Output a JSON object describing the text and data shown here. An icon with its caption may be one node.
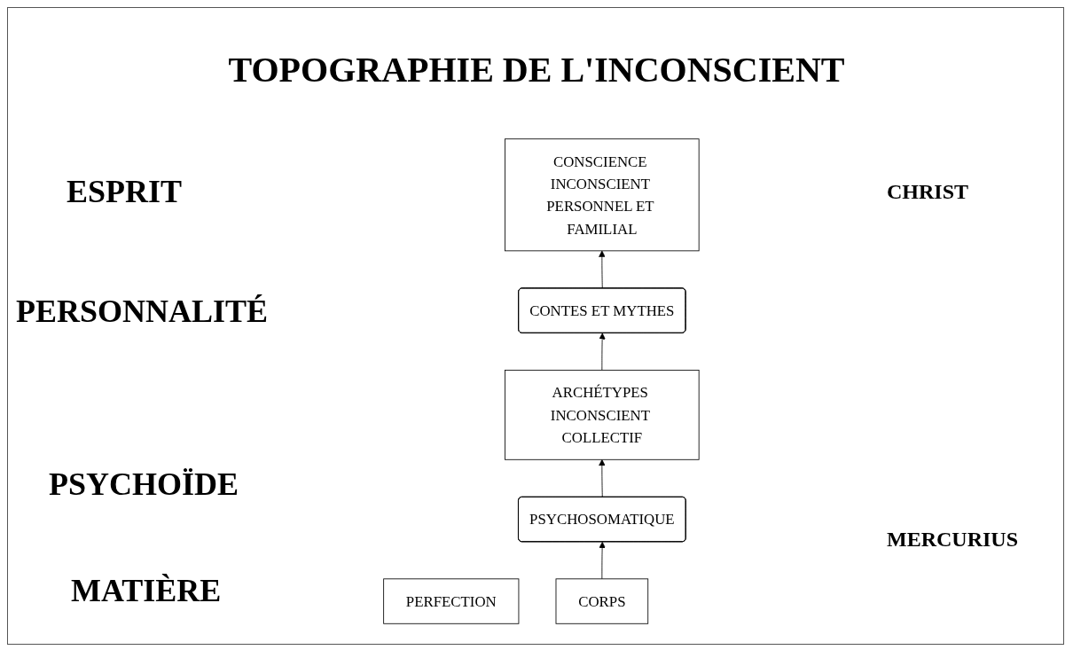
{
  "diagram": {
    "title": "TOPOGRAPHIE DE L'INCONSCIENT",
    "nodes": [
      {
        "text": [
          "PERFECTION"
        ]
      },
      {
        "text": [
          "CONSCIENCE INCONSCIENT PERSONNEL ET FAMILIAL"
        ]
      },
      {
        "text": [
          "CONTES ET MYTHES"
        ]
      },
      {
        "text": [
          "ARCHÉTYPES INCONSCIENT COLLECTIF"
        ]
      },
      {
        "text": [
          "PSYCHOSOMATIQUE"
        ]
      },
      {
        "text": [
          "CORPS"
        ]
      }
    ],
    "edges": [
      {
        "from": 2,
        "to": 1,
        "arrow": "to"
      },
      {
        "from": 3,
        "to": 2,
        "arrow": "to"
      },
      {
        "from": 4,
        "to": 3,
        "arrow": "to"
      },
      {
        "from": 5,
        "to": 4,
        "arrow": "to"
      }
    ],
    "labels": [
      "ESPRIT",
      "CHRIST",
      "PERSONNALITÉ",
      "PSYCHOÏDE",
      "MERCURIUS",
      "MATIÈRE"
    ]
  }
}
